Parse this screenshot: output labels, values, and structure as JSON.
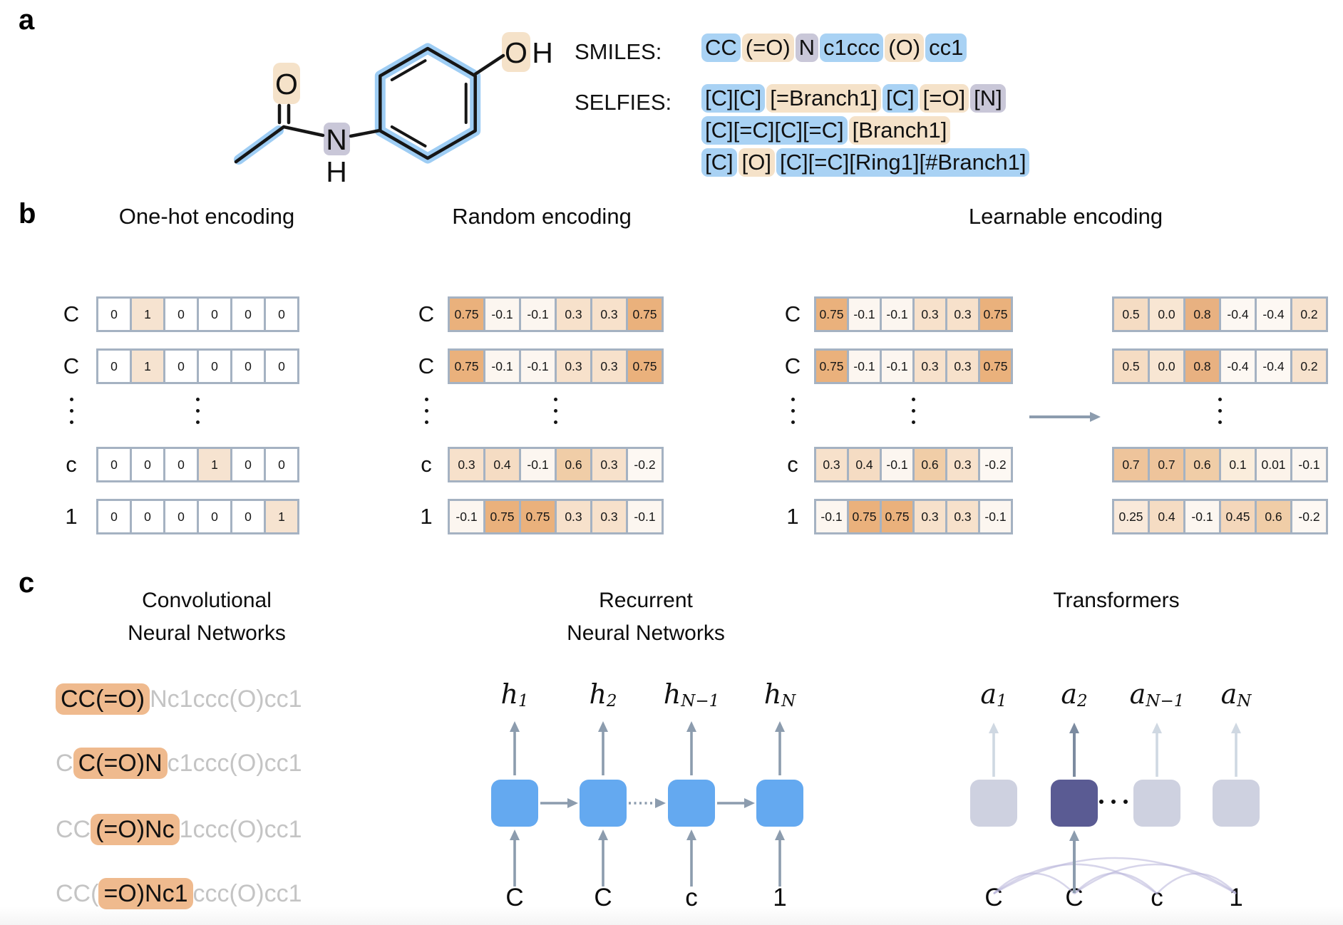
{
  "colors": {
    "hl_blue": "#a9d2f4",
    "hl_tan": "#f5e2c9",
    "hl_gray": "#c9c7d8",
    "cnn_window": "#efba8e",
    "gray_text": "#c4c4c4",
    "rnn_square": "#64a9f0",
    "arrow": "#8c9cae",
    "matrix_frame": "#a5b2c2",
    "tf_square_light": "#ced1e0",
    "tf_square_dark": "#5a5b93",
    "tf_arrow_light": "#cfd8e2",
    "tf_arrow_dark": "#7c8ba0",
    "tf_arc": "#b6b2d9"
  },
  "cell_colors": {
    "0": "#ffffff",
    "1": "#f6e3d0",
    "0.75": "#eab17c",
    "-0.1": "#fcf6f0",
    "0.3": "#f7e1cb",
    "0.4": "#f5dcc3",
    "0.6": "#f0cda7",
    "-0.2": "#fdf8f3",
    "0.5": "#f5dcc3",
    "0.0": "#f8e6d3",
    "0.8": "#e8b181",
    "-0.4": "#fdf8f3",
    "0.2": "#f7e2cd",
    "0.7": "#eec49b",
    "0.1": "#faeddc",
    "0.01": "#fcf3ea",
    "0.25": "#f9e9da",
    "0.45": "#f4d7bb"
  },
  "panel_a": {
    "label": "a",
    "molecule": {
      "carbonyl_o": "O",
      "amide_n": "N",
      "amide_h": "H",
      "hydroxyl_o": "O",
      "hydroxyl_h": "H"
    },
    "smiles": {
      "label": "SMILES:",
      "tokens": [
        {
          "text": "CC",
          "hl": "blue"
        },
        {
          "text": "(=O)",
          "hl": "tan"
        },
        {
          "text": "N",
          "hl": "gray"
        },
        {
          "text": "c1ccc",
          "hl": "blue"
        },
        {
          "text": "(O)",
          "hl": "tan"
        },
        {
          "text": "cc1",
          "hl": "blue"
        }
      ]
    },
    "selfies": {
      "label": "SELFIES:",
      "lines": [
        [
          {
            "text": "[C][C]",
            "hl": "blue"
          },
          {
            "text": "[=Branch1]",
            "hl": "tan"
          },
          {
            "text": "[C]",
            "hl": "blue"
          },
          {
            "text": "[=O]",
            "hl": "tan"
          },
          {
            "text": "[N]",
            "hl": "gray"
          }
        ],
        [
          {
            "text": "[C][=C][C][=C]",
            "hl": "blue"
          },
          {
            "text": "[Branch1]",
            "hl": "tan"
          }
        ],
        [
          {
            "text": "[C]",
            "hl": "blue"
          },
          {
            "text": "[O]",
            "hl": "tan"
          },
          {
            "text": "[C][=C][Ring1][#Branch1]",
            "hl": "blue"
          }
        ]
      ]
    }
  },
  "panel_b": {
    "label": "b",
    "titles": {
      "one_hot": "One-hot encoding",
      "random": "Random encoding",
      "learnable": "Learnable encoding"
    },
    "row_labels": [
      "C",
      "C",
      "c",
      "1"
    ],
    "one_hot": [
      [
        "0",
        "1",
        "0",
        "0",
        "0",
        "0"
      ],
      [
        "0",
        "1",
        "0",
        "0",
        "0",
        "0"
      ],
      [
        "0",
        "0",
        "0",
        "1",
        "0",
        "0"
      ],
      [
        "0",
        "0",
        "0",
        "0",
        "0",
        "1"
      ]
    ],
    "random": [
      [
        "0.75",
        "-0.1",
        "-0.1",
        "0.3",
        "0.3",
        "0.75"
      ],
      [
        "0.75",
        "-0.1",
        "-0.1",
        "0.3",
        "0.3",
        "0.75"
      ],
      [
        "0.3",
        "0.4",
        "-0.1",
        "0.6",
        "0.3",
        "-0.2"
      ],
      [
        "-0.1",
        "0.75",
        "0.75",
        "0.3",
        "0.3",
        "-0.1"
      ]
    ],
    "learnable_left": [
      [
        "0.75",
        "-0.1",
        "-0.1",
        "0.3",
        "0.3",
        "0.75"
      ],
      [
        "0.75",
        "-0.1",
        "-0.1",
        "0.3",
        "0.3",
        "0.75"
      ],
      [
        "0.3",
        "0.4",
        "-0.1",
        "0.6",
        "0.3",
        "-0.2"
      ],
      [
        "-0.1",
        "0.75",
        "0.75",
        "0.3",
        "0.3",
        "-0.1"
      ]
    ],
    "learnable_right": [
      [
        "0.5",
        "0.0",
        "0.8",
        "-0.4",
        "-0.4",
        "0.2"
      ],
      [
        "0.5",
        "0.0",
        "0.8",
        "-0.4",
        "-0.4",
        "0.2"
      ],
      [
        "0.7",
        "0.7",
        "0.6",
        "0.1",
        "0.01",
        "-0.1"
      ],
      [
        "0.25",
        "0.4",
        "-0.1",
        "0.45",
        "0.6",
        "-0.2"
      ]
    ]
  },
  "panel_c": {
    "label": "c",
    "cnn": {
      "title_line1": "Convolutional",
      "title_line2": "Neural Networks",
      "lines": [
        [
          {
            "text": "CC(=O)",
            "hl": true
          },
          {
            "text": "Nc1ccc(O)cc1",
            "hl": false
          }
        ],
        [
          {
            "text": "C",
            "hl": false
          },
          {
            "text": "C(=O)N",
            "hl": true
          },
          {
            "text": "c1ccc(O)cc1",
            "hl": false
          }
        ],
        [
          {
            "text": "CC",
            "hl": false
          },
          {
            "text": "(=O)Nc",
            "hl": true
          },
          {
            "text": "1ccc(O)cc1",
            "hl": false
          }
        ],
        [
          {
            "text": "CC(",
            "hl": false
          },
          {
            "text": "=O)Nc1",
            "hl": true
          },
          {
            "text": "ccc(O)cc1",
            "hl": false
          }
        ]
      ]
    },
    "rnn": {
      "title_line1": "Recurrent",
      "title_line2": "Neural Networks",
      "outputs": [
        {
          "base": "h",
          "sub": "1"
        },
        {
          "base": "h",
          "sub": "2"
        },
        {
          "base": "h",
          "sub": "N−1"
        },
        {
          "base": "h",
          "sub": "N"
        }
      ],
      "tokens": [
        "C",
        "C",
        "c",
        "1"
      ]
    },
    "transformer": {
      "title": "Transformers",
      "outputs": [
        {
          "base": "a",
          "sub": "1"
        },
        {
          "base": "a",
          "sub": "2"
        },
        {
          "base": "a",
          "sub": "N−1"
        },
        {
          "base": "a",
          "sub": "N"
        }
      ],
      "tokens": [
        "C",
        "C",
        "c",
        "1"
      ]
    }
  }
}
